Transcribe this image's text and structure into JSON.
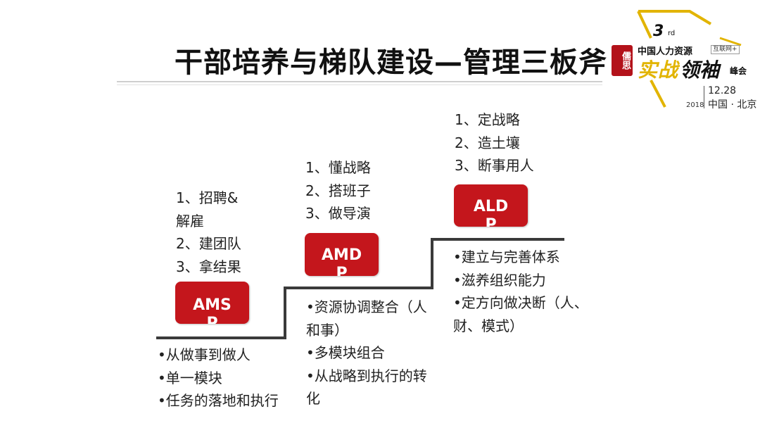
{
  "title": "干部培养与梯队建设—管理三板斧",
  "colors": {
    "accent": "#c4161c",
    "logo_yellow": "#e2b400"
  },
  "logo": {
    "seal": "儒思",
    "number": "3",
    "suffix": "rd",
    "line1": "中国人力资源",
    "tag": "互联网+",
    "main_a": "实战",
    "main_b": "领袖",
    "main_c": "峰会",
    "year": "2018",
    "date": "12.28",
    "city": "中国 · 北京"
  },
  "levels": [
    {
      "badge_line1": "AMS",
      "badge_line2": "P",
      "items": [
        "1、招聘&",
        "解雇",
        "2、建团队",
        "3、拿结果"
      ],
      "bullets": [
        "•从做事到做人",
        "•单一模块",
        "•任务的落地和执行"
      ]
    },
    {
      "badge_line1": "AMD",
      "badge_line2": "P",
      "items": [
        "1、懂战略",
        "2、搭班子",
        "3、做导演"
      ],
      "bullets": [
        "•资源协调整合（人",
        "和事）",
        "•多模块组合",
        "•从战略到执行的转",
        "化"
      ]
    },
    {
      "badge_line1": "ALD",
      "badge_line2": "P",
      "items": [
        "1、定战略",
        "2、造土壤",
        "3、断事用人"
      ],
      "bullets": [
        "•建立与完善体系",
        "•滋养组织能力",
        "•定方向做决断（人、",
        "财、模式）"
      ]
    }
  ]
}
